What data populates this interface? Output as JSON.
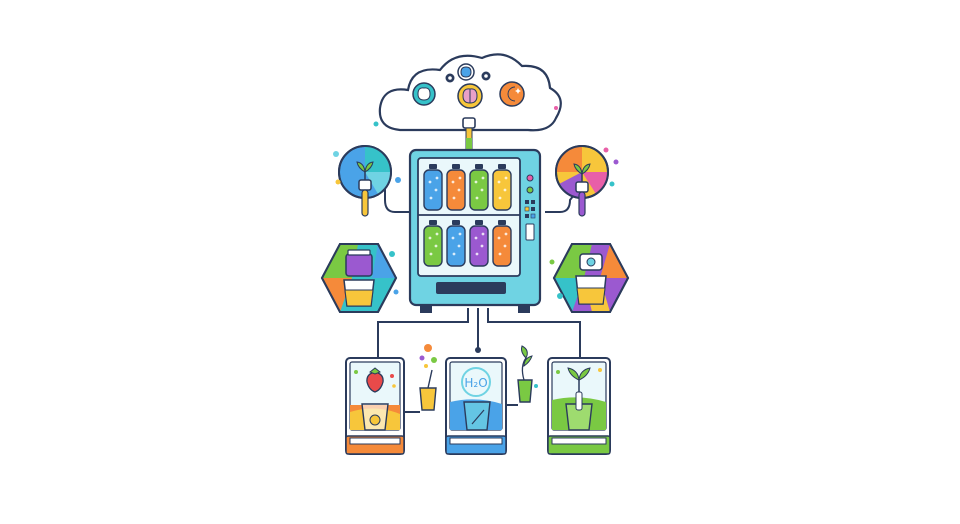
{
  "labels": {
    "water_formula": "H₂O"
  },
  "colors": {
    "outline": "#2b3b5c",
    "machine_body": "#6fd3e3",
    "machine_inner": "#eaf8fb",
    "cloud_fill": "#ffffff",
    "blue": "#4aa3e8",
    "orange": "#f58a3a",
    "yellow": "#f7c63b",
    "green": "#7ac943",
    "purple": "#9b59d0",
    "teal": "#36c2c9",
    "pink": "#e85fa8",
    "red": "#e84a4a"
  },
  "icons": {
    "cloud_left_badge": "brain-leaf-icon",
    "cloud_center_badge": "brain-icon",
    "cloud_right_badge": "moon-star-icon",
    "left_dial": "plant-sprout-icon",
    "right_dial": "plant-sprout-icon",
    "left_station": "strawberry-icon",
    "center_station": "water-molecule-icon",
    "right_station": "seedling-icon"
  },
  "bottles": {
    "top_row": [
      "blue",
      "orange",
      "green",
      "yellow"
    ],
    "bottom_row": [
      "green",
      "blue",
      "purple",
      "orange"
    ]
  }
}
